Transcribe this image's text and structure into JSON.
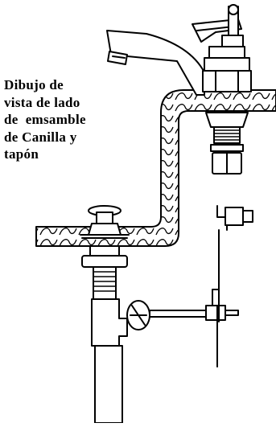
{
  "caption": {
    "lines": [
      "Dibujo de",
      "vista de lado",
      "de  emsamble",
      "de Canilla y",
      "tapón"
    ]
  }
}
